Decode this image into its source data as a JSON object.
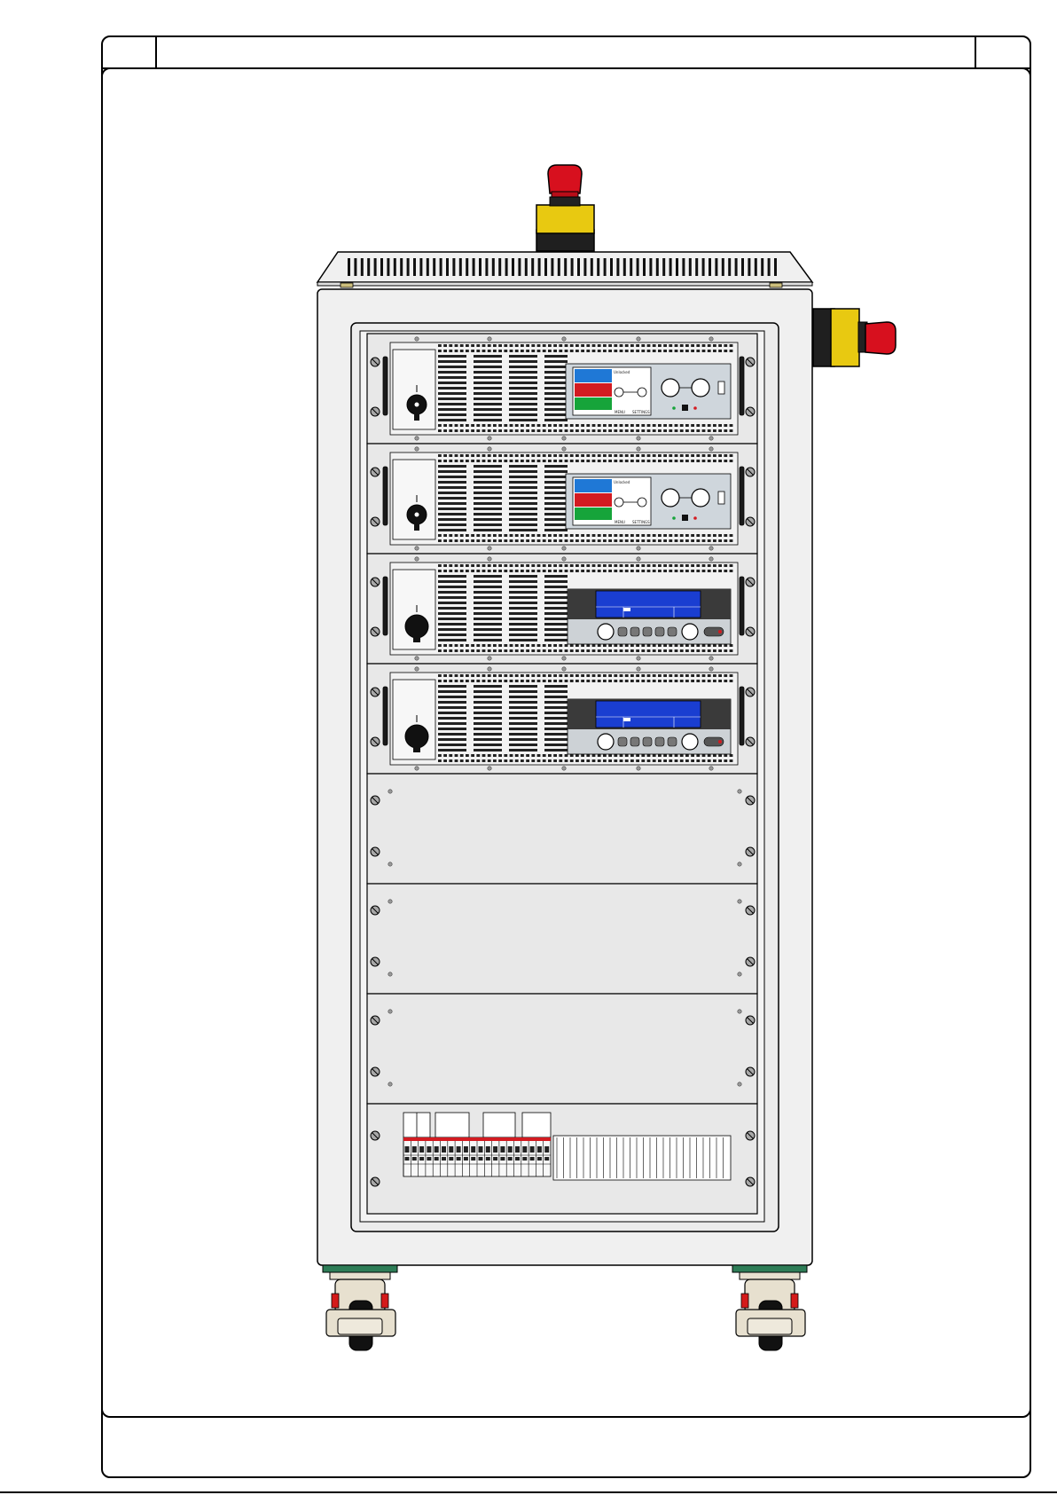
{
  "units": [
    {
      "type": "touch",
      "display_header": "Unlocked",
      "buttons": [
        "MENU",
        "SETTINGS"
      ]
    },
    {
      "type": "touch",
      "display_header": "Unlocked",
      "buttons": [
        "MENU",
        "SETTINGS"
      ]
    },
    {
      "type": "lcd"
    },
    {
      "type": "lcd"
    },
    {
      "type": "blank"
    },
    {
      "type": "blank"
    },
    {
      "type": "blank"
    },
    {
      "type": "distribution"
    }
  ],
  "colors": {
    "frame": "#f0f0f0",
    "panel": "#e8e8e8",
    "estop_red": "#d7101e",
    "estop_yellow": "#e8c911",
    "lcd_blue": "#1a3ed1",
    "touch_blue": "#1f78d6",
    "touch_red": "#d31b21",
    "touch_green": "#16a43a",
    "wheel_base": "#2e7d57"
  }
}
